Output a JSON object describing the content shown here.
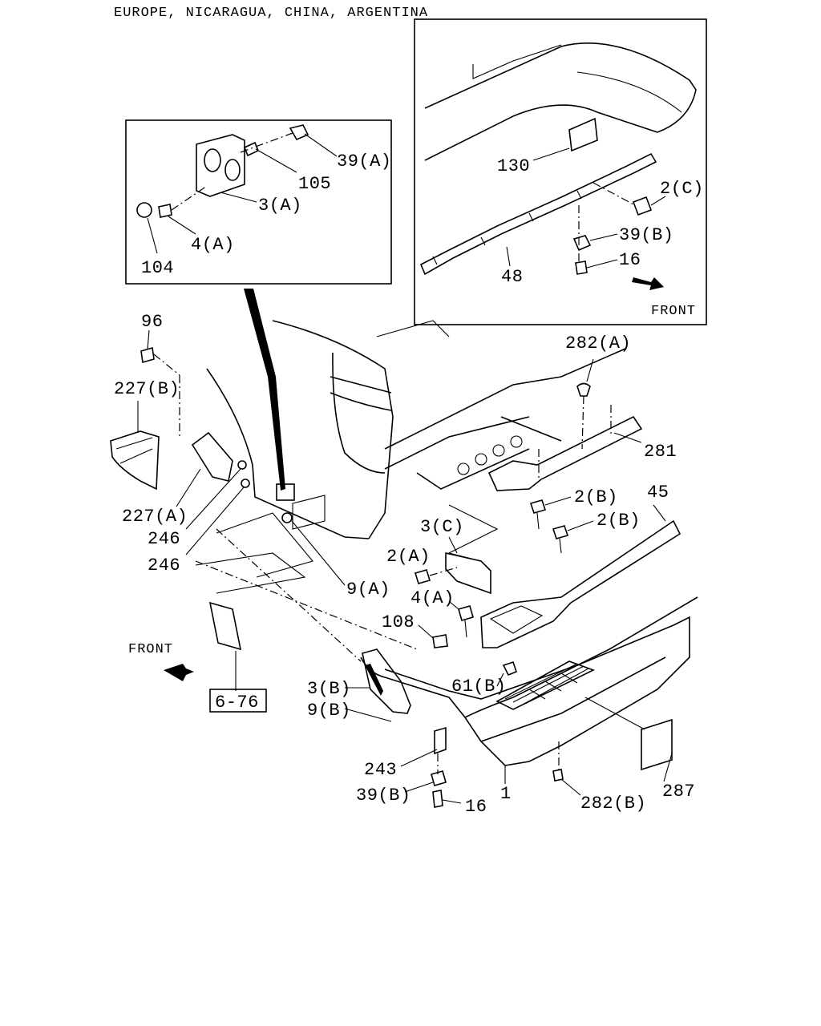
{
  "header": {
    "title": "EUROPE, NICARAGUA, CHINA, ARGENTINA"
  },
  "inset_left": {
    "labels": [
      "39(A)",
      "105",
      "3(A)",
      "4(A)",
      "104"
    ]
  },
  "inset_right": {
    "labels": [
      "130",
      "2(C)",
      "39(B)",
      "16",
      "48"
    ],
    "front_label": "FRONT"
  },
  "main": {
    "labels": {
      "p96": "96",
      "p227b": "227(B)",
      "p227a": "227(A)",
      "p246a": "246",
      "p246b": "246",
      "p9a": "9(A)",
      "p282a": "282(A)",
      "p281": "281",
      "p45": "45",
      "p2b1": "2(B)",
      "p2b2": "2(B)",
      "p3c": "3(C)",
      "p2a": "2(A)",
      "p4a": "4(A)",
      "p108": "108",
      "p61b": "61(B)",
      "p3b": "3(B)",
      "p9b": "9(B)",
      "p243": "243",
      "p39b": "39(B)",
      "p16": "16",
      "p1": "1",
      "p282b": "282(B)",
      "p287": "287"
    },
    "front_label": "FRONT",
    "ref_box": "6-76"
  }
}
